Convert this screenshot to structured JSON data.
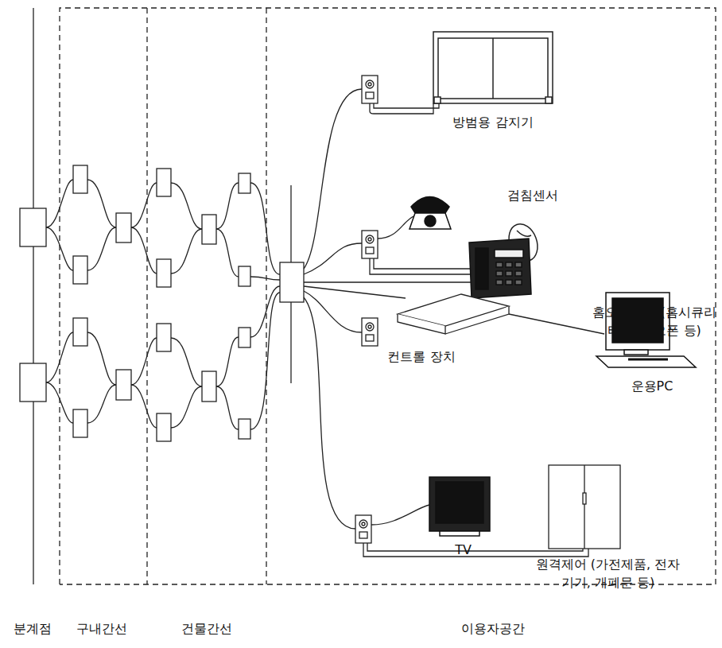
{
  "diagram": {
    "labels": [
      "방범용 감지기",
      "검침센서",
      "홈오토장치 (홈시큐리티, 비디오폰 등)",
      "컨트롤 장치",
      "운용PC",
      "TV",
      "원격제어 (가전제품, 전자기기, 개폐문 등)",
      "분계점",
      "구내간선",
      "건물간선",
      "이용자공간"
    ]
  }
}
